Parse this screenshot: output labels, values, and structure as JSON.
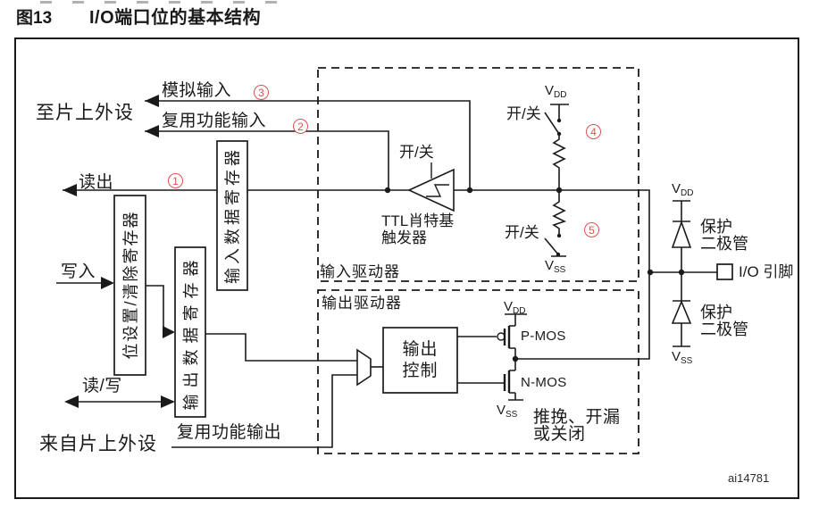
{
  "figure": {
    "label": "图13",
    "title": "I/O端口位的基本结构",
    "watermark": "ai14781"
  },
  "colors": {
    "line": "#1a1a1a",
    "annotation_red": "#d9534f"
  },
  "peripherals": {
    "to": "至片上外设",
    "from": "来自片上外设"
  },
  "signals": {
    "analog_input": "模拟输入",
    "af_input": "复用功能输入",
    "read": "读出",
    "write": "写入",
    "read_write": "读/写",
    "af_output": "复用功能输出"
  },
  "registers": {
    "input_data": "输入数据寄存器",
    "bit_set_clear": "位设置/清除寄存器",
    "output_data": "输出数据寄存器"
  },
  "input_driver": {
    "label": "输入驱动器",
    "schmitt_switch": "开/关",
    "schmitt_name_line1": "TTL肖特基",
    "schmitt_name_line2": "触发器",
    "pullup_switch": "开/关",
    "pulldown_switch": "开/关"
  },
  "output_driver": {
    "label": "输出驱动器",
    "control_line1": "输出",
    "control_line2": "控制",
    "pmos": "P-MOS",
    "nmos": "N-MOS",
    "mode_line1": "推挽、开漏",
    "mode_line2": "或关闭"
  },
  "power": {
    "vdd_base": "V",
    "vdd_sub": "DD",
    "vss_base": "V",
    "vss_sub": "SS"
  },
  "pin": {
    "label": "I/O 引脚",
    "protect_line1": "保护",
    "protect_line2": "二极管"
  },
  "badges": [
    {
      "n": "1"
    },
    {
      "n": "2"
    },
    {
      "n": "3"
    },
    {
      "n": "4"
    },
    {
      "n": "5"
    }
  ]
}
